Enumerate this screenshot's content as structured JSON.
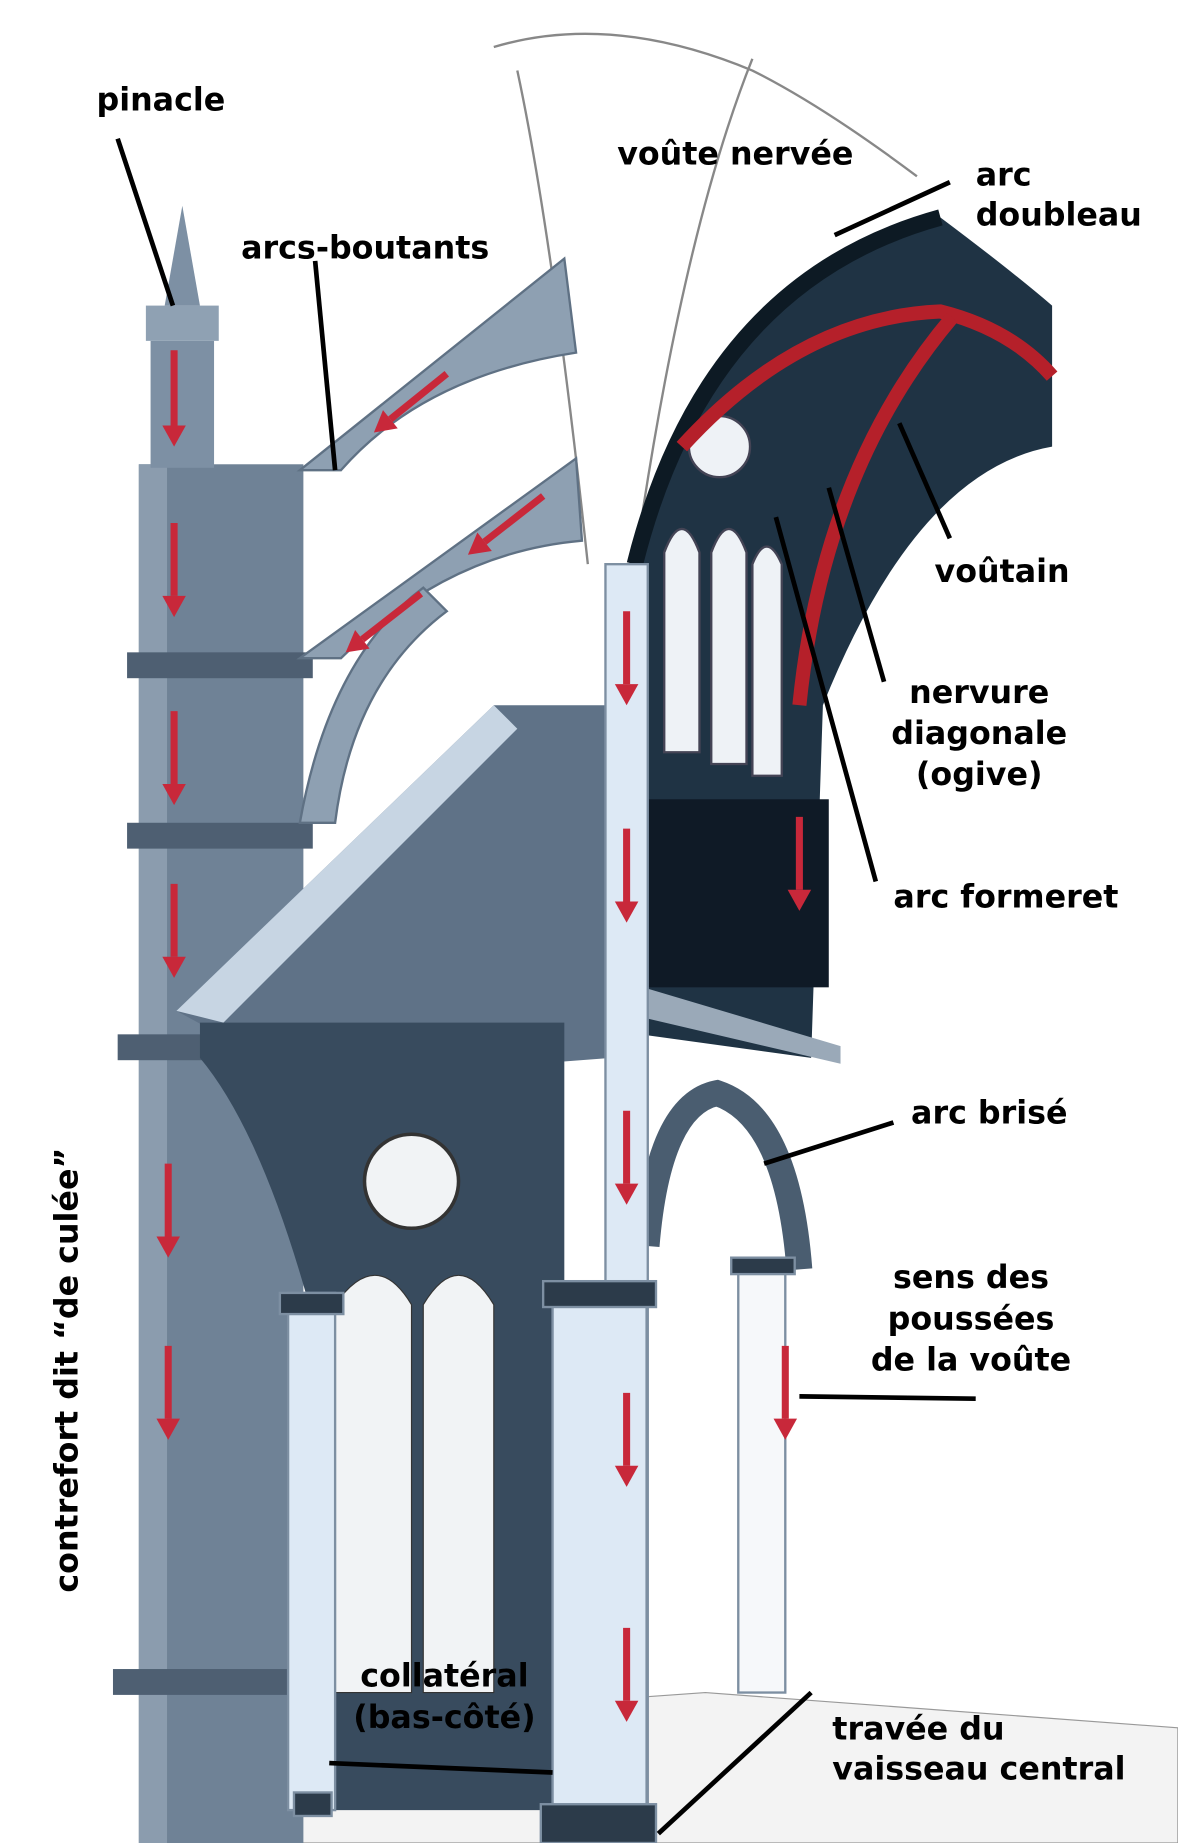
{
  "labels": {
    "pinacle": "pinacle",
    "arcs_boutants": "arcs-boutants",
    "voute_nervee": "voûte nervée",
    "arc_doubleau_1": "arc",
    "arc_doubleau_2": "doubleau",
    "voutain": "voûtain",
    "nervure_1": "nervure",
    "nervure_2": "diagonale",
    "nervure_3": "(ogive)",
    "arc_formeret": "arc formeret",
    "arc_brise": "arc brisé",
    "poussees_1": "sens des",
    "poussees_2": "poussées",
    "poussees_3": "de la voûte",
    "collateral_1": "collatéral",
    "collateral_2": "(bas-côté)",
    "travee_1": "travée du",
    "travee_2": "vaisseau central",
    "contrefort": "contrefort dit “de culée”"
  },
  "colors": {
    "buttress": "#6f8296",
    "buttress_dark": "#4e5f72",
    "pillar": "#dde9f5",
    "vault": "#1f3344",
    "rib": "#b5202a",
    "arrow": "#c8283a"
  }
}
